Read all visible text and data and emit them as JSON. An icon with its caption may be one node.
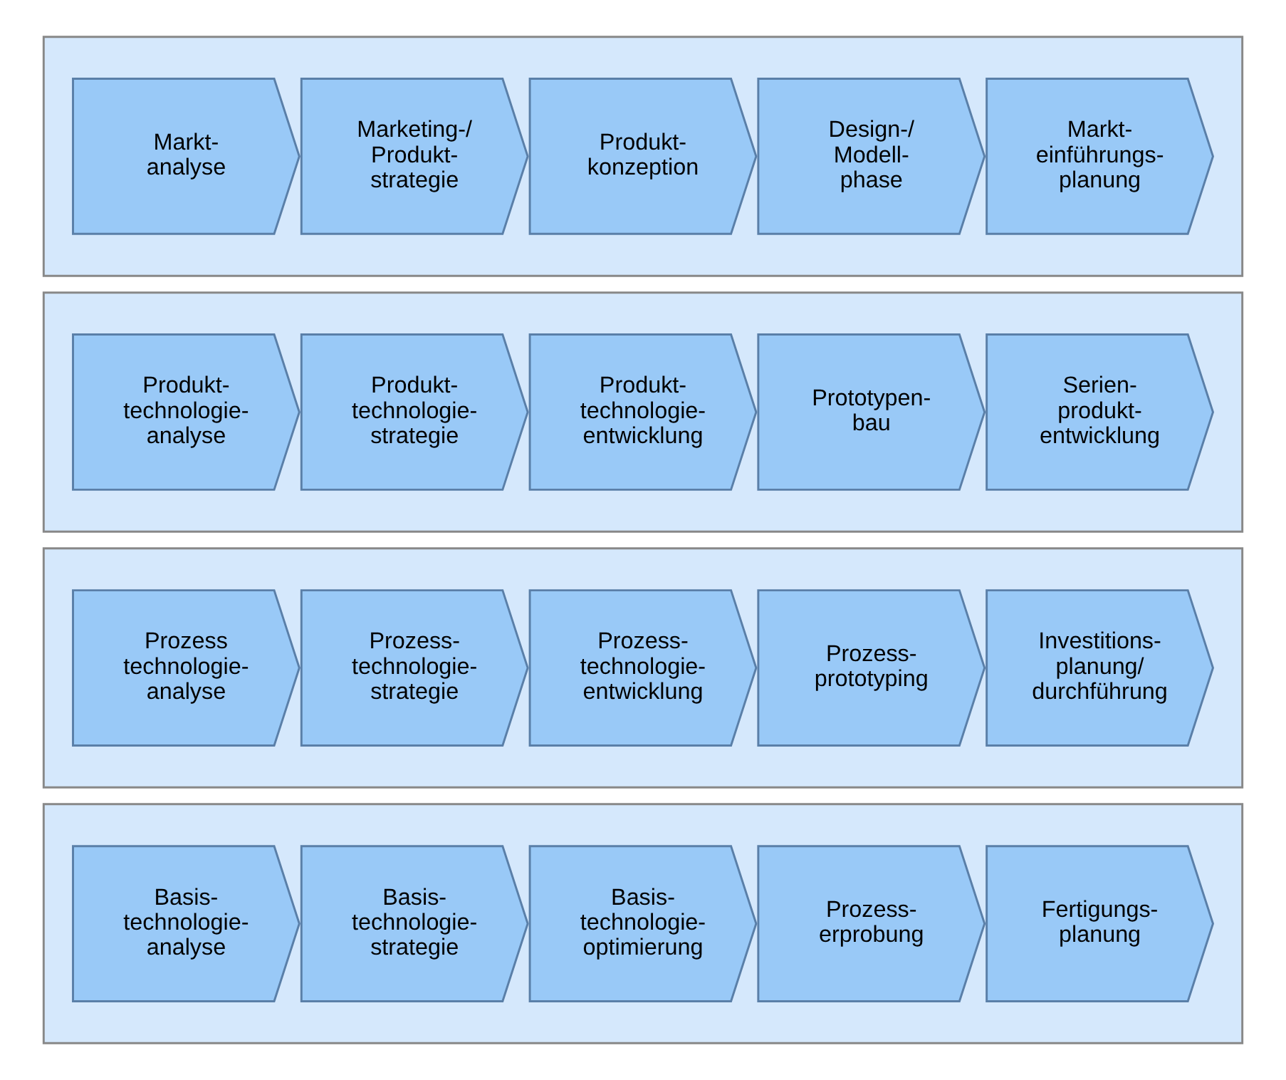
{
  "diagram": {
    "nodes": [
      {
        "text": [],
        "shape": "band"
      },
      {
        "text": [
          "Markt- analyse"
        ],
        "in": 0
      },
      {
        "text": [
          "Marketing-/ Produkt- strategie"
        ],
        "in": 0
      },
      {
        "text": [
          "Produkt- konzeption"
        ],
        "in": 0
      },
      {
        "text": [
          "Design-/ Modell- phase"
        ],
        "in": 0
      },
      {
        "text": [
          "Markt- einführungs- planung"
        ],
        "in": 0
      },
      {
        "text": [],
        "shape": "band"
      },
      {
        "text": [
          "Produkt- technologie- analyse"
        ],
        "in": 6
      },
      {
        "text": [
          "Produkt- technologie- strategie"
        ],
        "in": 6
      },
      {
        "text": [
          "Produkt- technologie- entwicklung"
        ],
        "in": 6
      },
      {
        "text": [
          "Prototypen- bau"
        ],
        "in": 6
      },
      {
        "text": [
          "Serien- produkt- entwicklung"
        ],
        "in": 6
      },
      {
        "text": [],
        "shape": "band"
      },
      {
        "text": [
          "Prozess technologie- analyse"
        ],
        "in": 12
      },
      {
        "text": [
          "Prozess- technologie- strategie"
        ],
        "in": 12
      },
      {
        "text": [
          "Prozess- technologie- entwicklung"
        ],
        "in": 12
      },
      {
        "text": [
          "Prozess- prototyping"
        ],
        "in": 12
      },
      {
        "text": [
          "Investitions- planung/ durchführung"
        ],
        "in": 12
      },
      {
        "text": [],
        "shape": "band"
      },
      {
        "text": [
          "Basis- technologie- analyse"
        ],
        "in": 18
      },
      {
        "text": [
          "Basis- technologie- strategie"
        ],
        "in": 18
      },
      {
        "text": [
          "Basis- technologie- optimierung"
        ],
        "in": 18
      },
      {
        "text": [
          "Prozess- erprobung"
        ],
        "in": 18
      },
      {
        "text": [
          "Fertigungs- planung"
        ],
        "in": 18
      }
    ]
  }
}
